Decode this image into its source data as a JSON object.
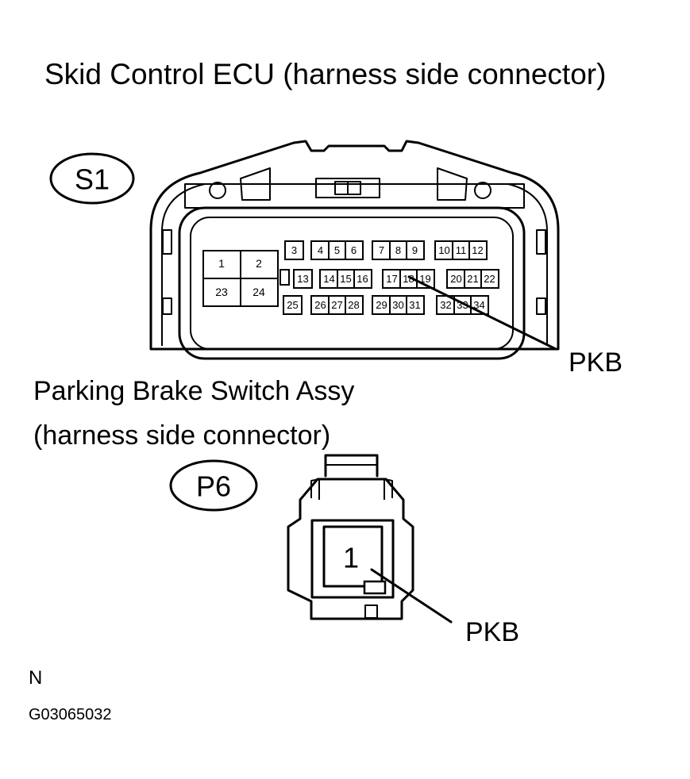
{
  "ecu": {
    "title": "Skid Control ECU (harness side connector)",
    "badge": "S1",
    "wire_label": "PKB",
    "pins": {
      "block_left": [
        "1",
        "2",
        "23",
        "24"
      ],
      "row1": [
        "3",
        "4",
        "5",
        "6",
        "7",
        "8",
        "9",
        "10",
        "11",
        "12"
      ],
      "row2": [
        "13",
        "14",
        "15",
        "16",
        "17",
        "18",
        "19",
        "20",
        "21",
        "22"
      ],
      "row3": [
        "25",
        "26",
        "27",
        "28",
        "29",
        "30",
        "31",
        "32",
        "33",
        "34"
      ]
    }
  },
  "switch": {
    "title_line1": "Parking Brake Switch Assy",
    "title_line2": "(harness side connector)",
    "badge": "P6",
    "pin": "1",
    "wire_label": "PKB"
  },
  "footer": {
    "view_letter": "N",
    "figure_code": "G03065032"
  }
}
